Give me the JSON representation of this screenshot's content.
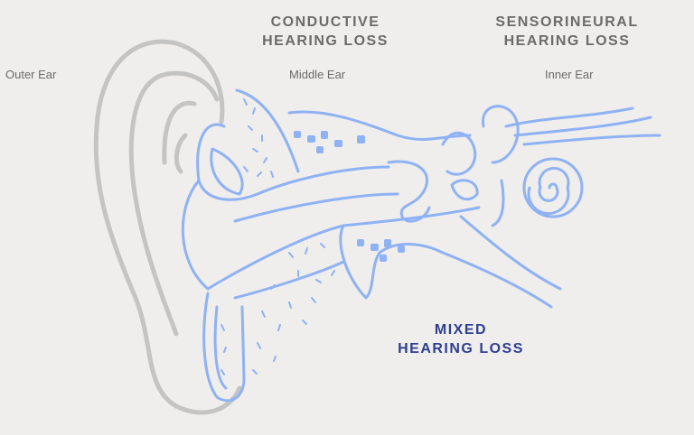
{
  "labels": {
    "outer_ear": "Outer Ear",
    "middle_ear": "Middle Ear",
    "inner_ear": "Inner Ear"
  },
  "headings": {
    "conductive": [
      "CONDUCTIVE",
      "HEARING LOSS"
    ],
    "sensorineural": [
      "SENSORINEURAL",
      "HEARING LOSS"
    ],
    "mixed": [
      "MIXED",
      "HEARING LOSS"
    ]
  },
  "colors": {
    "background": "#efeeec",
    "outer_ear_stroke": "#c4c4c4",
    "anatomy_stroke": "#8fb2f4",
    "label_gray": "#6b6b6b",
    "mixed_blue": "#2e3f8f"
  }
}
